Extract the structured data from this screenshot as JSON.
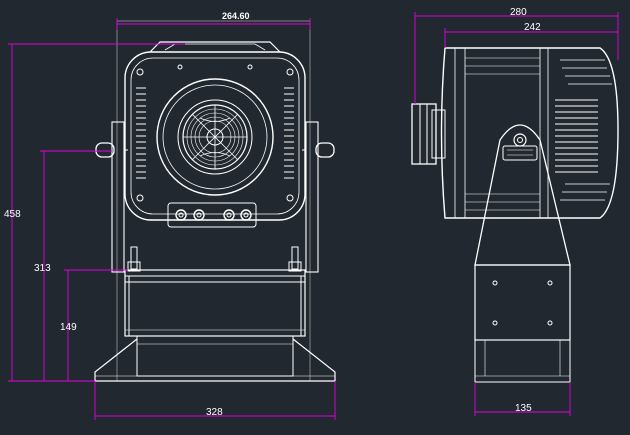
{
  "dimensions": {
    "front_top_width": "264.60",
    "total_height": "458",
    "mid_height": "313",
    "base_height": "149",
    "base_width": "328",
    "side_overall_depth": "280",
    "side_body_depth": "242",
    "side_base_width": "135"
  },
  "colors": {
    "background": "#212830",
    "drawing_lines": "#ffffff",
    "dimension_lines": "#e000e0"
  }
}
